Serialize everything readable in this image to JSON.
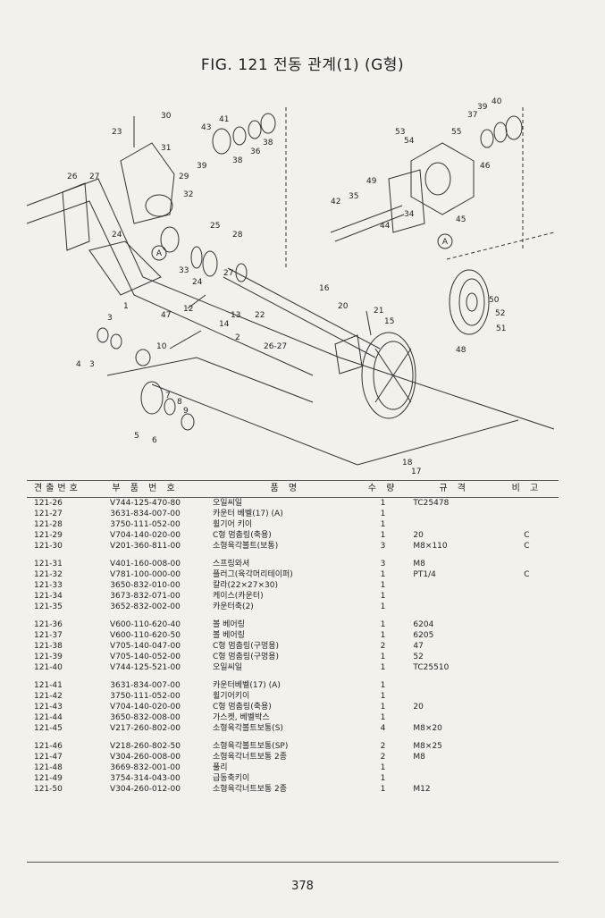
{
  "title": "FIG. 121 전동 관계(1) (G형)",
  "page_number": "378",
  "diagram": {
    "callouts": [
      "30",
      "31",
      "23",
      "43",
      "41",
      "38",
      "36",
      "38",
      "26",
      "27",
      "29",
      "39",
      "32",
      "25",
      "28",
      "24",
      "A",
      "33",
      "24",
      "27",
      "22",
      "1",
      "47",
      "12",
      "14",
      "13",
      "2",
      "3",
      "4",
      "3",
      "10",
      "5",
      "6",
      "7",
      "8",
      "9",
      "26-27",
      "16",
      "20",
      "21",
      "15",
      "18",
      "17",
      "53",
      "54",
      "55",
      "37",
      "39",
      "40",
      "46",
      "42",
      "35",
      "49",
      "34",
      "44",
      "45",
      "A",
      "48",
      "51",
      "52",
      "50"
    ]
  },
  "table": {
    "headers": [
      "견출번호",
      "부 품 번 호",
      "품 명",
      "수 량",
      "규 격",
      "비 고"
    ],
    "groups": [
      [
        {
          "ref": "121-26",
          "part": "V744-125-470-80",
          "name": "오일씨일",
          "qty": "1",
          "spec": "TC25478",
          "note": ""
        },
        {
          "ref": "121-27",
          "part": "3631-834-007-00",
          "name": "카운터 베벨(17) (A)",
          "qty": "1",
          "spec": "",
          "note": ""
        },
        {
          "ref": "121-28",
          "part": "3750-111-052-00",
          "name": "휠기어 키이",
          "qty": "1",
          "spec": "",
          "note": ""
        },
        {
          "ref": "121-29",
          "part": "V704-140-020-00",
          "name": "C형 멈춤링(축용)",
          "qty": "1",
          "spec": "20",
          "note": "C"
        },
        {
          "ref": "121-30",
          "part": "V201-360-811-00",
          "name": "소형육각볼트(보통)",
          "qty": "3",
          "spec": "M8×110",
          "note": "C"
        }
      ],
      [
        {
          "ref": "121-31",
          "part": "V401-160-008-00",
          "name": "스프링와셔",
          "qty": "3",
          "spec": "M8",
          "note": ""
        },
        {
          "ref": "121-32",
          "part": "V781-100-000-00",
          "name": "플러그(육각머리테이퍼)",
          "qty": "1",
          "spec": "PT1/4",
          "note": "C"
        },
        {
          "ref": "121-33",
          "part": "3650-832-010-00",
          "name": "칼라(22×27×30)",
          "qty": "1",
          "spec": "",
          "note": ""
        },
        {
          "ref": "121-34",
          "part": "3673-832-071-00",
          "name": "케이스(카운터)",
          "qty": "1",
          "spec": "",
          "note": ""
        },
        {
          "ref": "121-35",
          "part": "3652-832-002-00",
          "name": "카운터축(2)",
          "qty": "1",
          "spec": "",
          "note": ""
        }
      ],
      [
        {
          "ref": "121-36",
          "part": "V600-110-620-40",
          "name": "볼 베어링",
          "qty": "1",
          "spec": "6204",
          "note": ""
        },
        {
          "ref": "121-37",
          "part": "V600-110-620-50",
          "name": "볼 베어링",
          "qty": "1",
          "spec": "6205",
          "note": ""
        },
        {
          "ref": "121-38",
          "part": "V705-140-047-00",
          "name": "C형 멈춤링(구멍용)",
          "qty": "2",
          "spec": "47",
          "note": ""
        },
        {
          "ref": "121-39",
          "part": "V705-140-052-00",
          "name": "C형 멈춤링(구멍용)",
          "qty": "1",
          "spec": "52",
          "note": ""
        },
        {
          "ref": "121-40",
          "part": "V744-125-521-00",
          "name": "오일씨일",
          "qty": "1",
          "spec": "TC25510",
          "note": ""
        }
      ],
      [
        {
          "ref": "121-41",
          "part": "3631-834-007-00",
          "name": "카운터베벨(17) (A)",
          "qty": "1",
          "spec": "",
          "note": ""
        },
        {
          "ref": "121-42",
          "part": "3750-111-052-00",
          "name": "휠기어키이",
          "qty": "1",
          "spec": "",
          "note": ""
        },
        {
          "ref": "121-43",
          "part": "V704-140-020-00",
          "name": "C형 멈춤링(축용)",
          "qty": "1",
          "spec": "20",
          "note": ""
        },
        {
          "ref": "121-44",
          "part": "3650-832-008-00",
          "name": "가스켓, 베벨박스",
          "qty": "1",
          "spec": "",
          "note": ""
        },
        {
          "ref": "121-45",
          "part": "V217-260-802-00",
          "name": "소형육각볼트보통(S)",
          "qty": "4",
          "spec": "M8×20",
          "note": ""
        }
      ],
      [
        {
          "ref": "121-46",
          "part": "V218-260-802-50",
          "name": "소형육각볼트보통(SP)",
          "qty": "2",
          "spec": "M8×25",
          "note": ""
        },
        {
          "ref": "121-47",
          "part": "V304-260-008-00",
          "name": "소형육각너트보통 2종",
          "qty": "2",
          "spec": "M8",
          "note": ""
        },
        {
          "ref": "121-48",
          "part": "3669-832-001-00",
          "name": "풀리",
          "qty": "1",
          "spec": "",
          "note": ""
        },
        {
          "ref": "121-49",
          "part": "3754-314-043-00",
          "name": "급동축키이",
          "qty": "1",
          "spec": "",
          "note": ""
        },
        {
          "ref": "121-50",
          "part": "V304-260-012-00",
          "name": "소형육각너트보통 2종",
          "qty": "1",
          "spec": "M12",
          "note": ""
        }
      ]
    ]
  }
}
